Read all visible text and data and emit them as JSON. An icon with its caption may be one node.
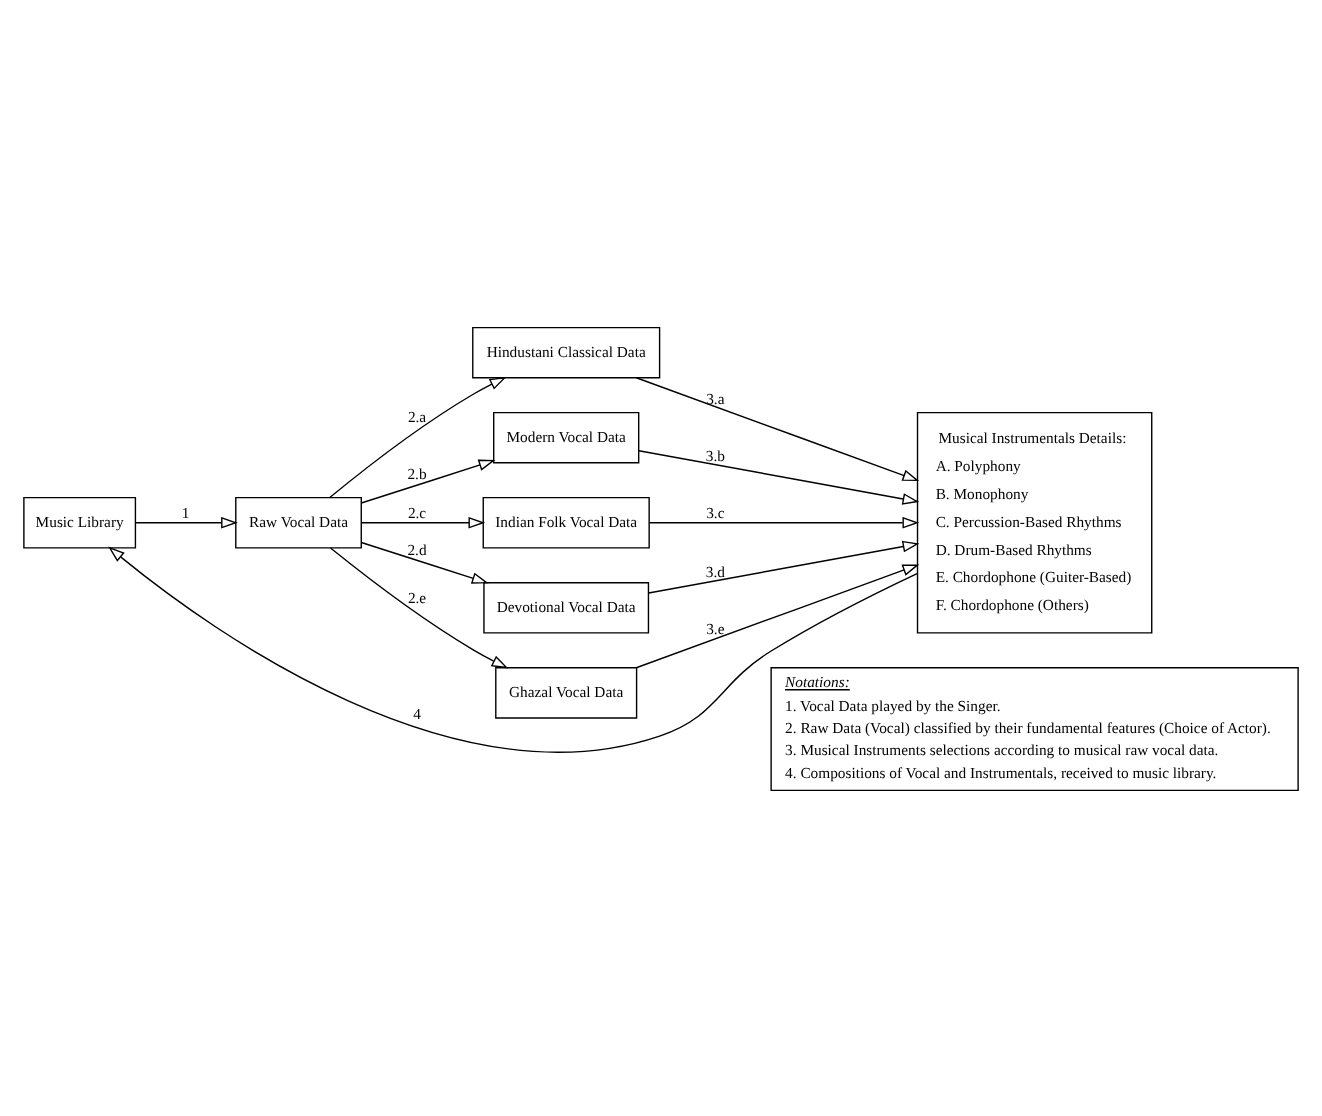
{
  "diagram": {
    "nodes": [
      {
        "text": [
          "Music Library"
        ]
      },
      {
        "text": [
          "Raw Vocal Data"
        ]
      },
      {
        "text": [
          "Hindustani Classical Data"
        ]
      },
      {
        "text": [
          "Modern Vocal Data"
        ]
      },
      {
        "text": [
          "Indian Folk Vocal Data"
        ]
      },
      {
        "text": [
          "Devotional Vocal Data"
        ]
      },
      {
        "text": [
          "Ghazal Vocal Data"
        ]
      },
      {
        "text": [
          "Musical Instrumentals Details:",
          "A. Polyphony",
          "B. Monophony",
          "C. Percussion-Based Rhythms",
          "D. Drum-Based Rhythms",
          "E. Chordophone (Guiter-Based)",
          "F. Chordophone (Others)"
        ]
      },
      {
        "text": [
          "Notations:",
          "1. Vocal Data played by the Singer.",
          "2. Raw Data (Vocal) classified by their fundamental features (Choice of Actor).",
          "3. Musical Instruments selections according to musical raw vocal data.",
          "4. Compositions of Vocal and Instrumentals, received to music library."
        ]
      }
    ],
    "edges": [
      {
        "from": 0,
        "to": 1,
        "arrow": "to",
        "label": "1"
      },
      {
        "from": 1,
        "to": 2,
        "arrow": "to",
        "label": "2.a"
      },
      {
        "from": 1,
        "to": 3,
        "arrow": "to",
        "label": "2.b"
      },
      {
        "from": 1,
        "to": 4,
        "arrow": "to",
        "label": "2.c"
      },
      {
        "from": 1,
        "to": 5,
        "arrow": "to",
        "label": "2.d"
      },
      {
        "from": 1,
        "to": 6,
        "arrow": "to",
        "label": "2.e"
      },
      {
        "from": 2,
        "to": 7,
        "arrow": "to",
        "label": "3.a"
      },
      {
        "from": 3,
        "to": 7,
        "arrow": "to",
        "label": "3.b"
      },
      {
        "from": 4,
        "to": 7,
        "arrow": "to",
        "label": "3.c"
      },
      {
        "from": 5,
        "to": 7,
        "arrow": "to",
        "label": "3.d"
      },
      {
        "from": 6,
        "to": 7,
        "arrow": "to",
        "label": "3.e"
      },
      {
        "from": 7,
        "to": 0,
        "arrow": "to",
        "label": "4"
      }
    ]
  }
}
